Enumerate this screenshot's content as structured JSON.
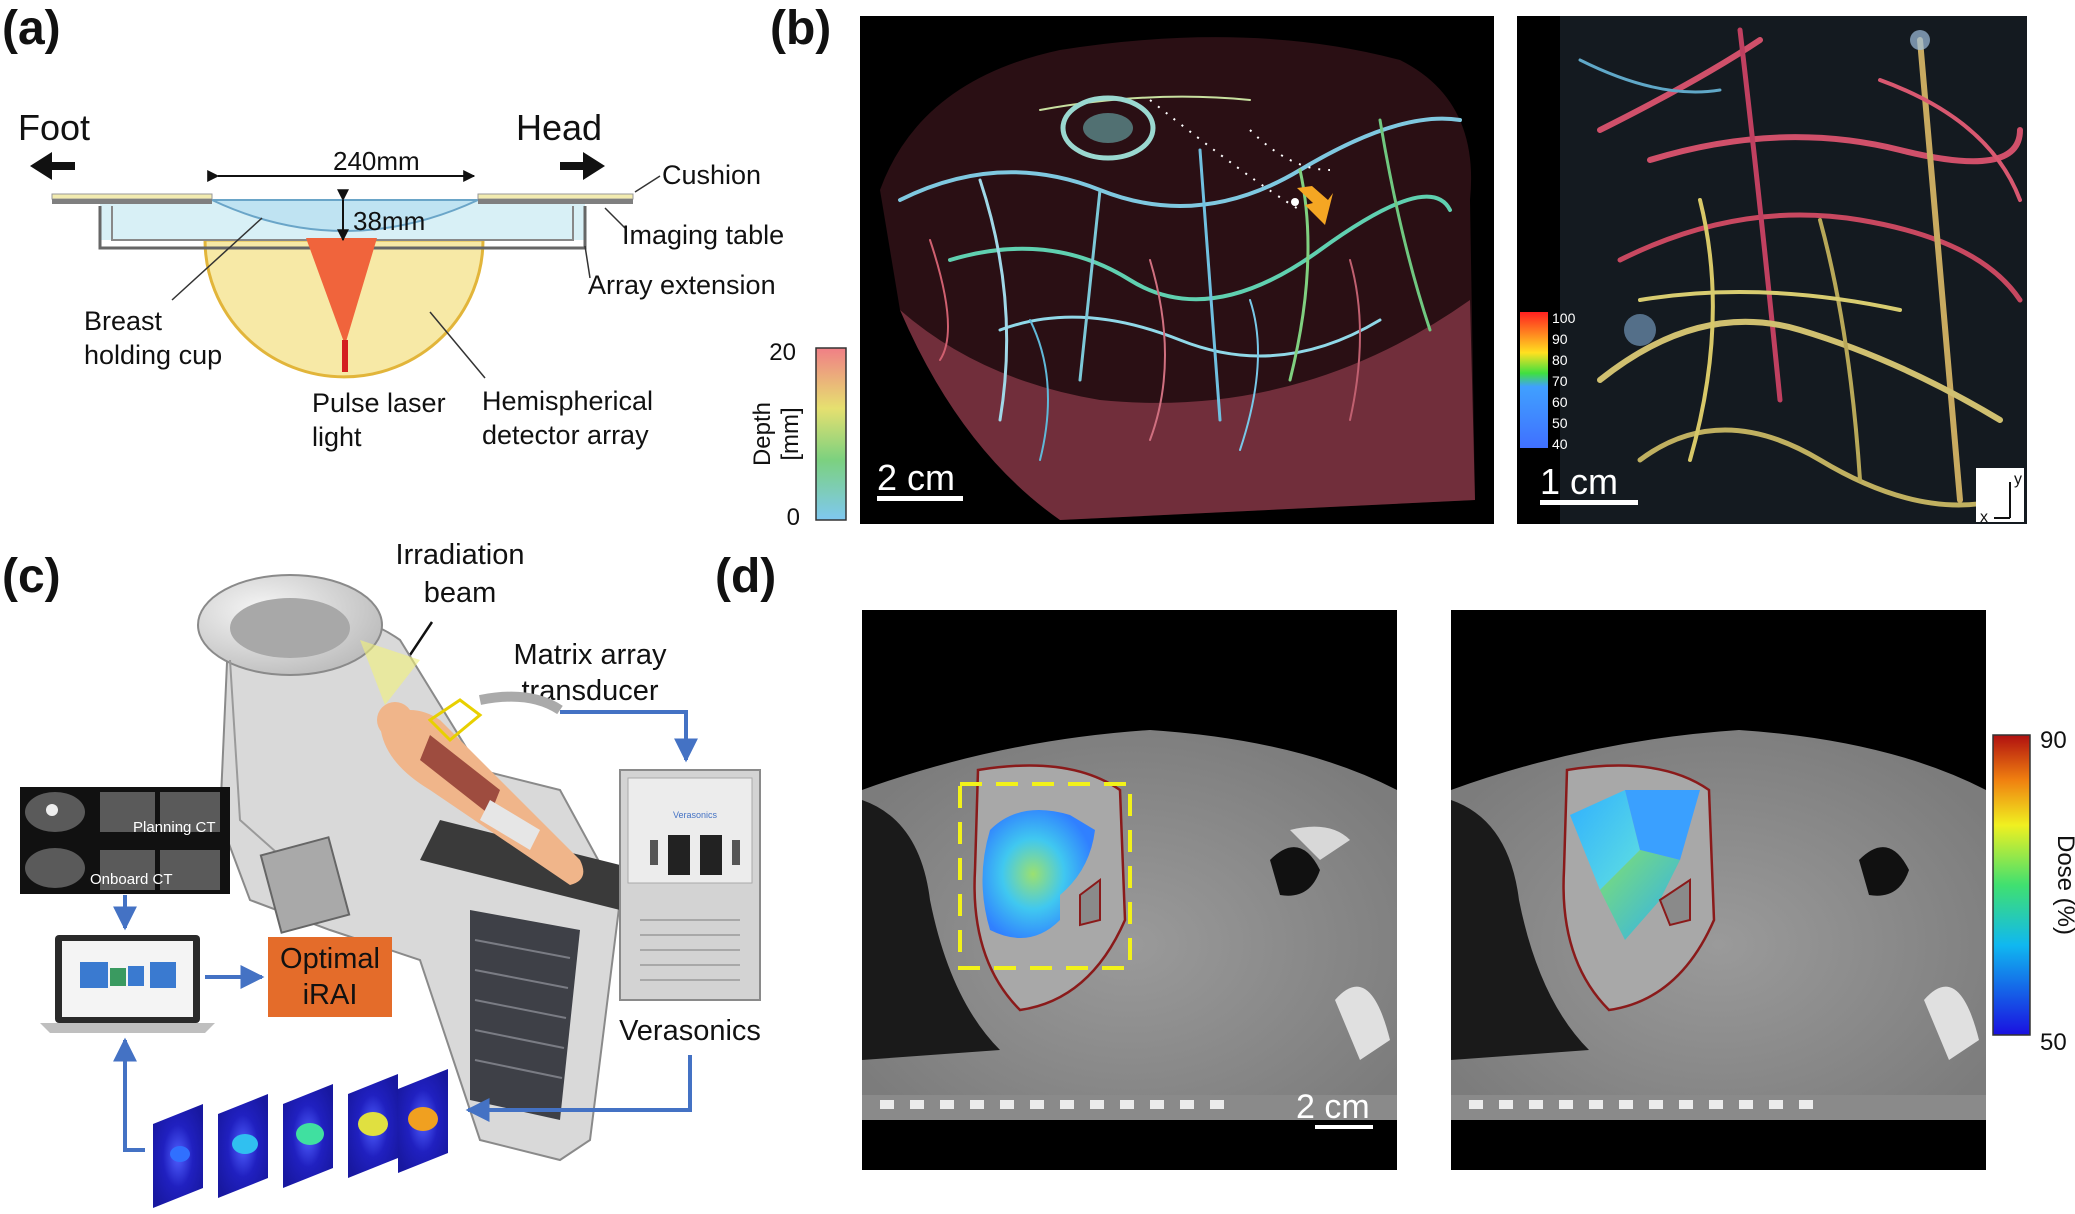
{
  "panels": {
    "a": "(a)",
    "b": "(b)",
    "c": "(c)",
    "d": "(d)"
  },
  "panel_a": {
    "foot": "Foot",
    "head": "Head",
    "width": "240mm",
    "depth": "38mm",
    "cushion": "Cushion",
    "imaging_table": "Imaging table",
    "array_extension": "Array extension",
    "cup_line1": "Breast",
    "cup_line2": "holding cup",
    "laser_line1": "Pulse laser",
    "laser_line2": "light",
    "array_line1": "Hemispherical",
    "array_line2": "detector array"
  },
  "panel_b": {
    "depth_label": "Depth",
    "depth_unit": "[mm]",
    "depth_max": "20",
    "depth_min": "0",
    "scale_left": "2 cm",
    "scale_right": "1 cm",
    "inset_ticks": [
      "100",
      "90",
      "80",
      "70",
      "60",
      "50",
      "40"
    ],
    "axis_y": "y",
    "axis_x": "x"
  },
  "panel_c": {
    "beam_line1": "Irradiation",
    "beam_line2": "beam",
    "matrix_line1": "Matrix array",
    "matrix_line2": "transducer",
    "planning_ct": "Planning CT",
    "onboard_ct": "Onboard CT",
    "optimal_line1": "Optimal",
    "optimal_line2": "iRAI",
    "verasonics": "Verasonics",
    "device_brand": "Verasonics"
  },
  "panel_d": {
    "scale": "2 cm",
    "dose_label": "Dose (%)",
    "dose_max": "90",
    "dose_min": "50"
  },
  "colors": {
    "arrow_blue": "#4472c4",
    "optimal_box": "#e46c2a",
    "cup_yellow": "#f7e9a6",
    "laser_red": "#f0643c",
    "roi_yellow": "#f2f21a"
  }
}
